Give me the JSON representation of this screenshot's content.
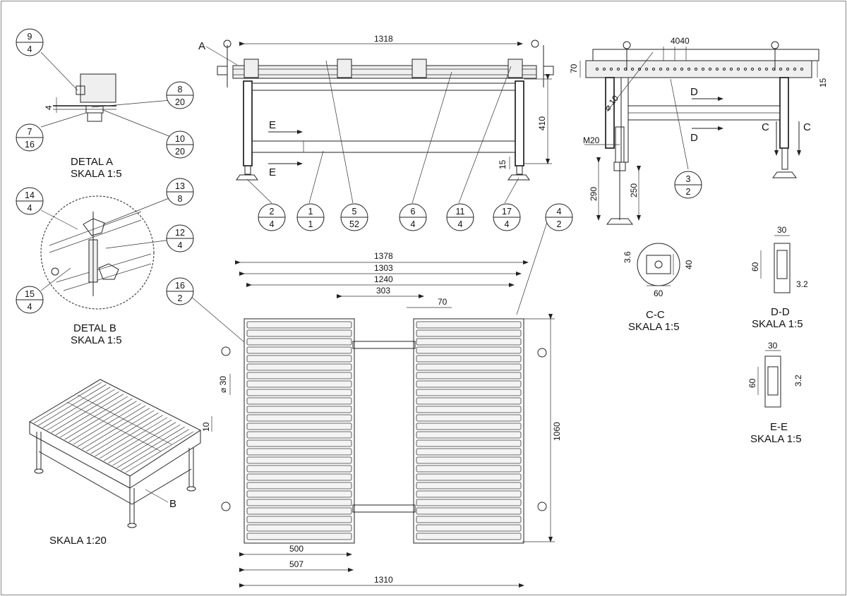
{
  "colors": {
    "line": "#222222",
    "paper": "#ffffff",
    "frame": "#888888"
  },
  "labels": {
    "detal_a": "DETAL  A",
    "skala_a": "SKALA 1:5",
    "detal_b": "DETAL  B",
    "skala_b": "SKALA 1:5",
    "skala_iso": "SKALA 1:20",
    "mark_b": "B",
    "view_a": "A",
    "cc": "C-C",
    "cc_skala": "SKALA 1:5",
    "dd": "D-D",
    "dd_skala": "SKALA 1:5",
    "ee": "E-E",
    "ee_skala": "SKALA 1:5",
    "sec_e": "E",
    "sec_d": "D",
    "sec_c": "C"
  },
  "bubbles": [
    {
      "id": "9-4",
      "top": "9",
      "bottom": "4"
    },
    {
      "id": "8-20",
      "top": "8",
      "bottom": "20"
    },
    {
      "id": "7-16",
      "top": "7",
      "bottom": "16"
    },
    {
      "id": "10-20",
      "top": "10",
      "bottom": "20"
    },
    {
      "id": "14-4",
      "top": "14",
      "bottom": "4"
    },
    {
      "id": "13-8",
      "top": "13",
      "bottom": "8"
    },
    {
      "id": "12-4",
      "top": "12",
      "bottom": "4"
    },
    {
      "id": "15-4",
      "top": "15",
      "bottom": "4"
    },
    {
      "id": "16-2",
      "top": "16",
      "bottom": "2"
    },
    {
      "id": "2-4",
      "top": "2",
      "bottom": "4"
    },
    {
      "id": "1-1",
      "top": "1",
      "bottom": "1"
    },
    {
      "id": "5-52",
      "top": "5",
      "bottom": "52"
    },
    {
      "id": "6-4",
      "top": "6",
      "bottom": "4"
    },
    {
      "id": "11-4",
      "top": "11",
      "bottom": "4"
    },
    {
      "id": "17-4",
      "top": "17",
      "bottom": "4"
    },
    {
      "id": "4-2",
      "top": "4",
      "bottom": "2"
    },
    {
      "id": "3-2",
      "top": "3",
      "bottom": "2"
    }
  ],
  "dimensions": {
    "d1318": "1318",
    "d410": "410",
    "d15a": "15",
    "d4": "4",
    "d4040": "4040",
    "d70": "70",
    "d15b": "15",
    "d10": "10",
    "m20": "M20",
    "d290": "290",
    "d250": "250",
    "d1378": "1378",
    "d1303": "1303",
    "d1240": "1240",
    "d303": "303",
    "d70b": "70",
    "d30": "30",
    "d10b": "10",
    "d1060": "1060",
    "d500": "500",
    "d507": "507",
    "d1310": "1310",
    "cc36": "3.6",
    "cc40": "40",
    "cc60": "60",
    "dd30": "30",
    "dd60": "60",
    "dd32": "3.2",
    "ee30": "30",
    "ee60": "60",
    "ee32": "3.2"
  }
}
